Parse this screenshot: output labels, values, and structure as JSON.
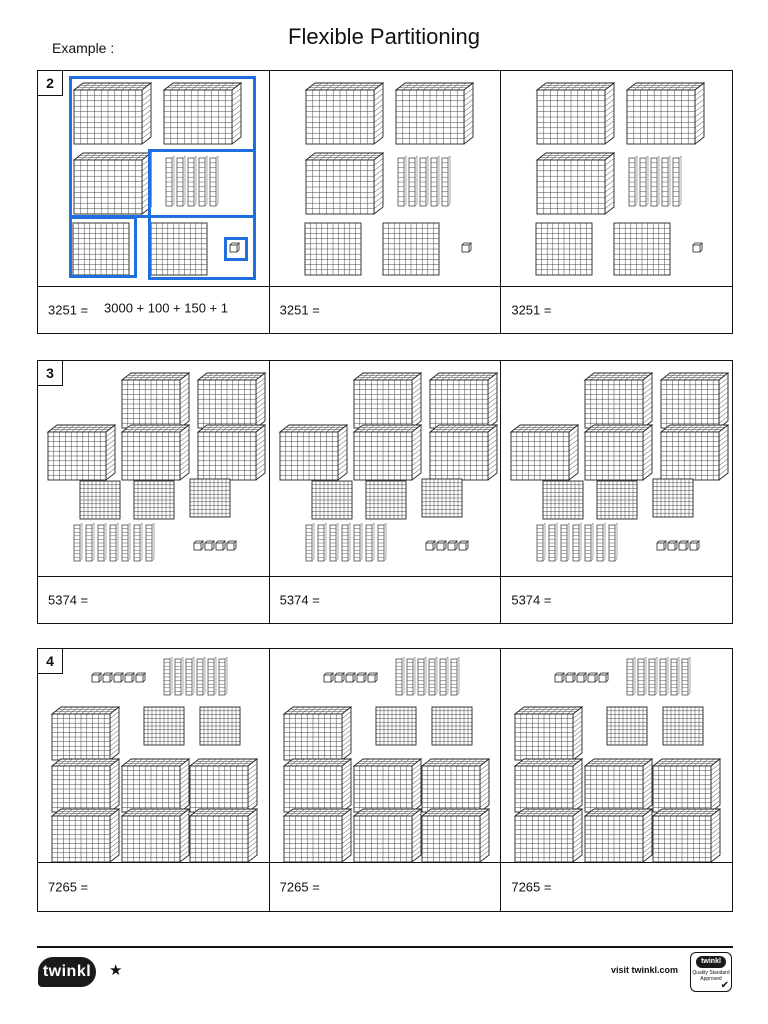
{
  "header": {
    "example_label": "Example :",
    "title": "Flexible Partitioning"
  },
  "blocks": [
    {
      "number": "2",
      "cells": [
        {
          "lhs": "3251 =",
          "answer": "3000 + 100  + 150 + 1"
        },
        {
          "lhs": "3251 =",
          "answer": ""
        },
        {
          "lhs": "3251 =",
          "answer": ""
        }
      ]
    },
    {
      "number": "3",
      "cells": [
        {
          "lhs": "5374 =",
          "answer": ""
        },
        {
          "lhs": "5374 =",
          "answer": ""
        },
        {
          "lhs": "5374 =",
          "answer": ""
        }
      ]
    },
    {
      "number": "4",
      "cells": [
        {
          "lhs": "7265 =",
          "answer": ""
        },
        {
          "lhs": "7265 =",
          "answer": ""
        },
        {
          "lhs": "7265 =",
          "answer": ""
        }
      ]
    }
  ],
  "footer": {
    "logo_text": "twinkl",
    "visit_text": "visit twinkl.com",
    "badge_top": "twinkl",
    "badge_text": "Quality Standard Approved"
  },
  "colors": {
    "highlight": "#1e6fe0"
  },
  "icons": [
    "star-icon",
    "checkmark-icon"
  ]
}
